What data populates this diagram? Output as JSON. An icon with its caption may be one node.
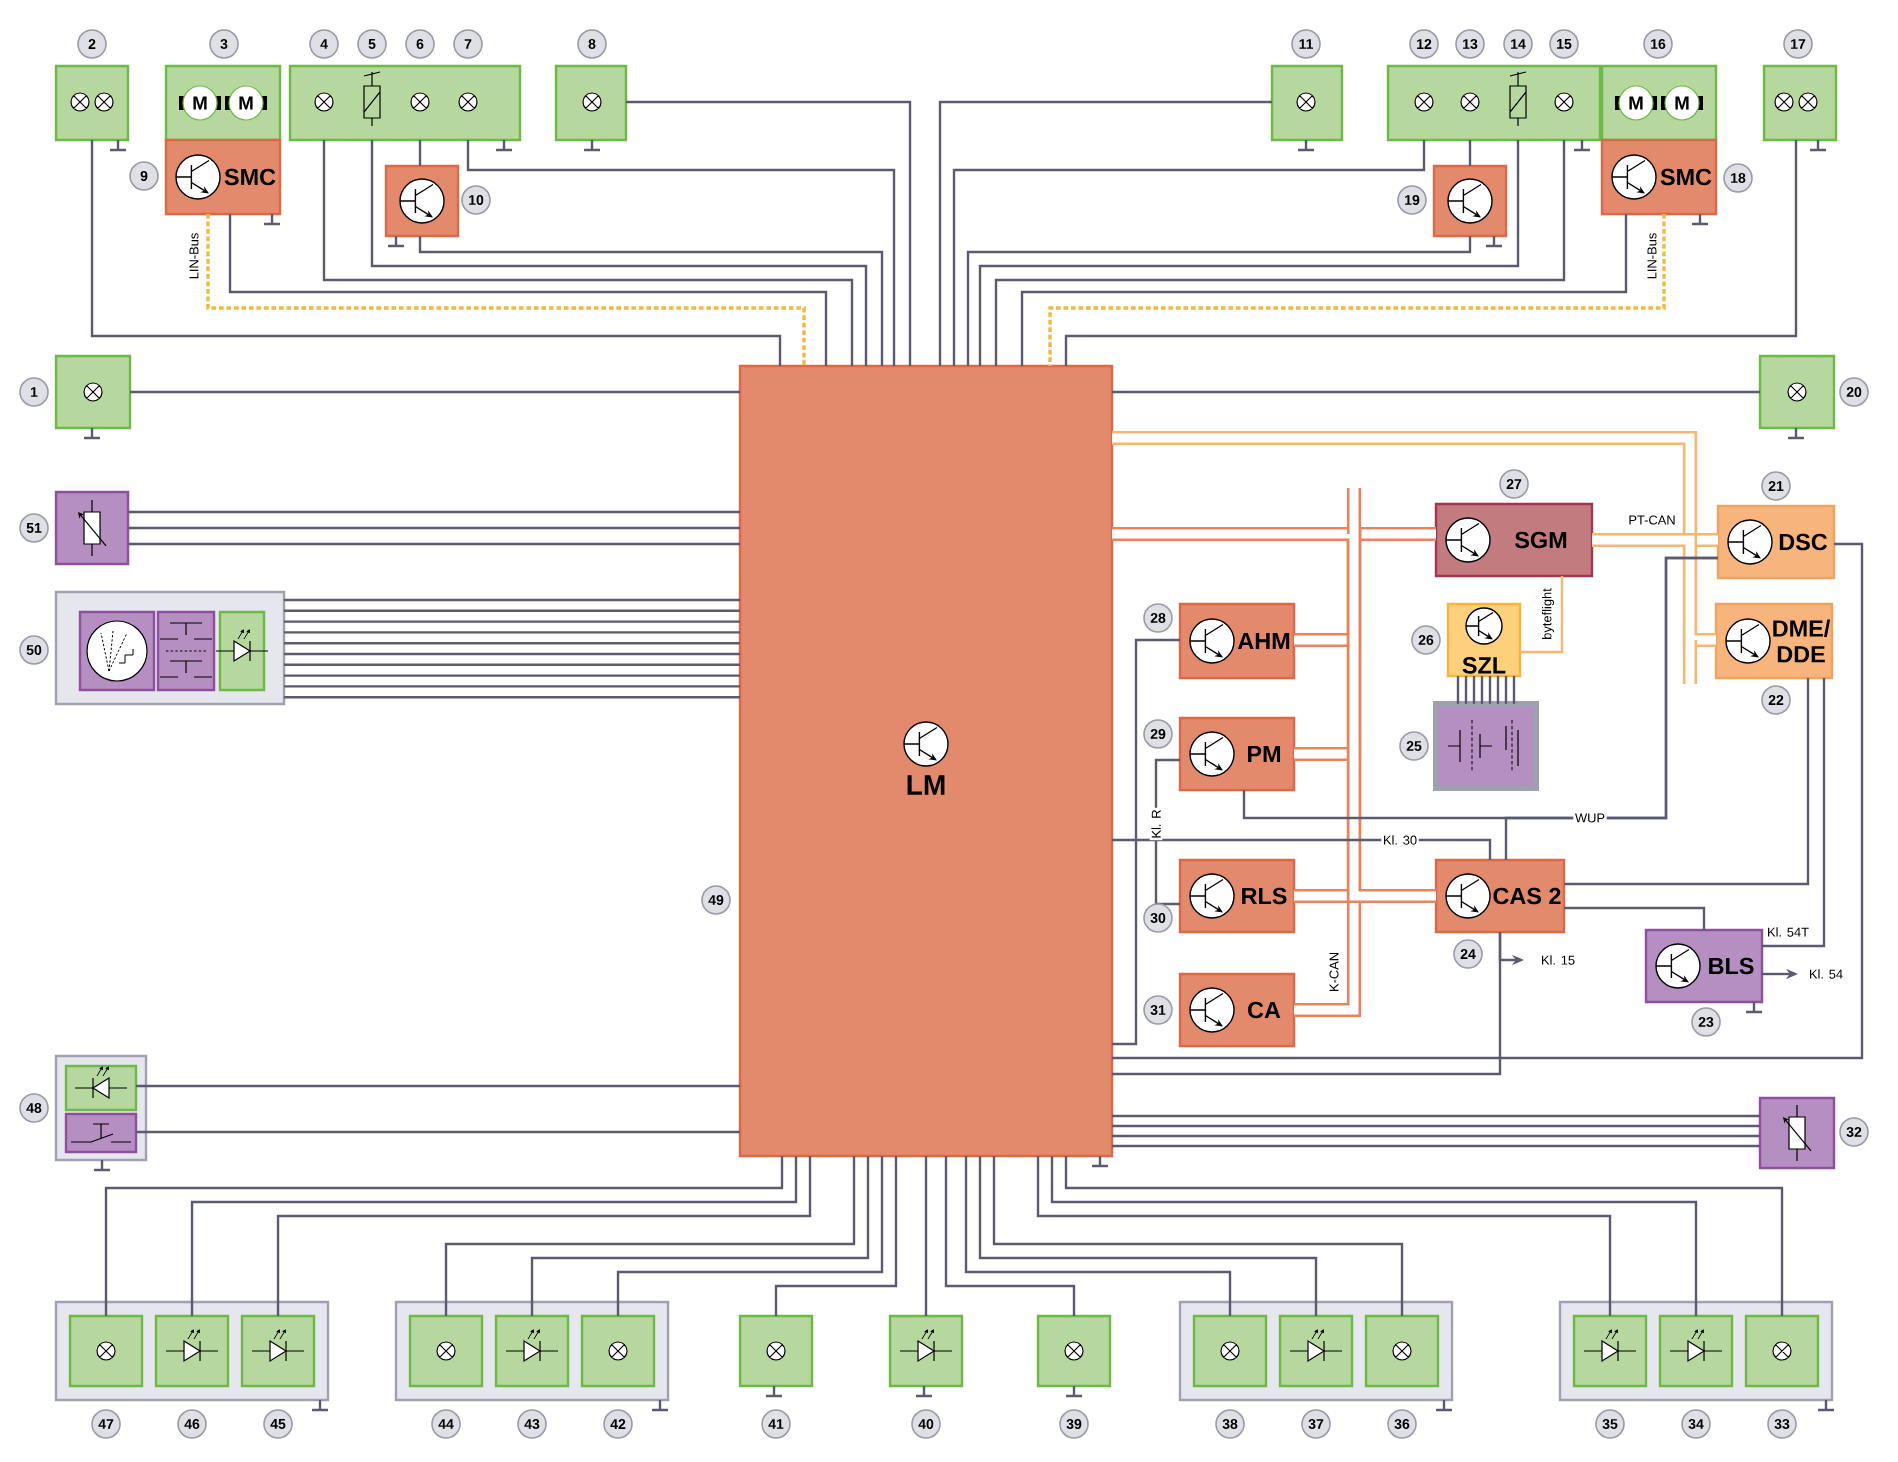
{
  "diagram": {
    "nodes": [
      {
        "text": [
          "LM"
        ],
        "beside": [
          "49"
        ]
      },
      {
        "text": [],
        "shape": "box",
        "beside": [
          "2"
        ]
      },
      {
        "text": [
          "M",
          "M"
        ],
        "beside": [
          "3"
        ]
      },
      {
        "text": [],
        "shape": "box",
        "beside": [
          "4",
          "5",
          "6",
          "7"
        ]
      },
      {
        "text": [],
        "shape": "box",
        "beside": [
          "8"
        ]
      },
      {
        "text": [
          "SMC"
        ],
        "beside": [
          "9"
        ]
      },
      {
        "text": [],
        "shape": "box",
        "beside": [
          "10"
        ]
      },
      {
        "text": [],
        "shape": "box",
        "beside": [
          "11"
        ]
      },
      {
        "text": [],
        "shape": "box",
        "beside": [
          "12",
          "13",
          "14",
          "15"
        ]
      },
      {
        "text": [
          "M",
          "M"
        ],
        "beside": [
          "16"
        ]
      },
      {
        "text": [],
        "shape": "box",
        "beside": [
          "17"
        ]
      },
      {
        "text": [
          "SMC"
        ],
        "beside": [
          "18"
        ]
      },
      {
        "text": [],
        "shape": "box",
        "beside": [
          "19"
        ]
      },
      {
        "text": [],
        "shape": "box",
        "beside": [
          "1"
        ]
      },
      {
        "text": [],
        "shape": "box",
        "beside": [
          "20"
        ]
      },
      {
        "text": [],
        "shape": "box",
        "beside": [
          "51"
        ]
      },
      {
        "text": [],
        "shape": "box",
        "beside": [
          "50"
        ]
      },
      {
        "text": [],
        "shape": "box",
        "in": 16
      },
      {
        "text": [],
        "shape": "box",
        "in": 16
      },
      {
        "text": [],
        "shape": "box",
        "in": 16
      },
      {
        "text": [
          "SGM"
        ],
        "beside": [
          "27"
        ]
      },
      {
        "text": [
          "DSC"
        ],
        "beside": [
          "21"
        ]
      },
      {
        "text": [
          "DME/ DDE"
        ],
        "beside": [
          "22"
        ]
      },
      {
        "text": [
          "SZL"
        ],
        "beside": [
          "26"
        ]
      },
      {
        "text": [],
        "shape": "box",
        "beside": [
          "25"
        ]
      },
      {
        "text": [
          "AHM"
        ],
        "beside": [
          "28"
        ]
      },
      {
        "text": [
          "PM"
        ],
        "beside": [
          "29"
        ]
      },
      {
        "text": [
          "RLS"
        ],
        "beside": [
          "30"
        ]
      },
      {
        "text": [
          "CA"
        ],
        "beside": [
          "31"
        ]
      },
      {
        "text": [
          "CAS 2"
        ],
        "beside": [
          "24"
        ]
      },
      {
        "text": [
          "BLS"
        ],
        "beside": [
          "23"
        ]
      },
      {
        "text": [],
        "shape": "box",
        "beside": [
          "32"
        ]
      },
      {
        "text": [],
        "shape": "box",
        "beside": [
          "48"
        ]
      },
      {
        "text": [],
        "shape": "box",
        "in": 32
      },
      {
        "text": [],
        "shape": "box",
        "in": 32
      },
      {
        "text": [],
        "shape": "box"
      },
      {
        "text": [],
        "shape": "box",
        "in": 35,
        "beside": [
          "47"
        ]
      },
      {
        "text": [],
        "shape": "box",
        "in": 35,
        "beside": [
          "46"
        ]
      },
      {
        "text": [],
        "shape": "box",
        "in": 35,
        "beside": [
          "45"
        ]
      },
      {
        "text": [],
        "shape": "box"
      },
      {
        "text": [],
        "shape": "box",
        "in": 39,
        "beside": [
          "44"
        ]
      },
      {
        "text": [],
        "shape": "box",
        "in": 39,
        "beside": [
          "43"
        ]
      },
      {
        "text": [],
        "shape": "box",
        "in": 39,
        "beside": [
          "42"
        ]
      },
      {
        "text": [],
        "shape": "box",
        "beside": [
          "41"
        ]
      },
      {
        "text": [],
        "shape": "box",
        "beside": [
          "40"
        ]
      },
      {
        "text": [],
        "shape": "box",
        "beside": [
          "39"
        ]
      },
      {
        "text": [],
        "shape": "box"
      },
      {
        "text": [],
        "shape": "box",
        "in": 46,
        "beside": [
          "38"
        ]
      },
      {
        "text": [],
        "shape": "box",
        "in": 46,
        "beside": [
          "37"
        ]
      },
      {
        "text": [],
        "shape": "box",
        "in": 46,
        "beside": [
          "36"
        ]
      },
      {
        "text": [],
        "shape": "box"
      },
      {
        "text": [],
        "shape": "box",
        "in": 50,
        "beside": [
          "35"
        ]
      },
      {
        "text": [],
        "shape": "box",
        "in": 50,
        "beside": [
          "34"
        ]
      },
      {
        "text": [],
        "shape": "box",
        "in": 50,
        "beside": [
          "33"
        ]
      }
    ],
    "edges": [
      {
        "from": 1,
        "to": 0,
        "arrow": "none"
      },
      {
        "from": 5,
        "to": 0,
        "arrow": "none"
      },
      {
        "from": 5,
        "to": 0,
        "arrow": "none",
        "label": "LIN-Bus",
        "style": "dashed",
        "color": "#f5b642"
      },
      {
        "from": 3,
        "to": 0,
        "arrow": "none"
      },
      {
        "from": 3,
        "to": 0,
        "arrow": "none"
      },
      {
        "from": 3,
        "to": 6,
        "arrow": "none"
      },
      {
        "from": 6,
        "to": 0,
        "arrow": "none"
      },
      {
        "from": 3,
        "to": 0,
        "arrow": "none"
      },
      {
        "from": 4,
        "to": 0,
        "arrow": "none"
      },
      {
        "from": 7,
        "to": 0,
        "arrow": "none"
      },
      {
        "from": 8,
        "to": 0,
        "arrow": "none"
      },
      {
        "from": 8,
        "to": 12,
        "arrow": "none"
      },
      {
        "from": 12,
        "to": 0,
        "arrow": "none"
      },
      {
        "from": 8,
        "to": 0,
        "arrow": "none"
      },
      {
        "from": 8,
        "to": 0,
        "arrow": "none"
      },
      {
        "from": 11,
        "to": 0,
        "arrow": "none"
      },
      {
        "from": 11,
        "to": 0,
        "arrow": "none",
        "label": "LIN-Bus",
        "style": "dashed",
        "color": "#f5b642"
      },
      {
        "from": 10,
        "to": 0,
        "arrow": "none"
      },
      {
        "from": 13,
        "to": 0,
        "arrow": "none"
      },
      {
        "from": 14,
        "to": 0,
        "arrow": "none"
      },
      {
        "from": 15,
        "to": 0,
        "arrow": "none"
      },
      {
        "from": 16,
        "to": 0,
        "arrow": "none"
      },
      {
        "from": 33,
        "to": 0,
        "arrow": "none"
      },
      {
        "from": 34,
        "to": 0,
        "arrow": "none"
      },
      {
        "from": 31,
        "to": 0,
        "arrow": "none"
      },
      {
        "from": 36,
        "to": 0,
        "arrow": "none"
      },
      {
        "from": 37,
        "to": 0,
        "arrow": "none"
      },
      {
        "from": 38,
        "to": 0,
        "arrow": "none"
      },
      {
        "from": 40,
        "to": 0,
        "arrow": "none"
      },
      {
        "from": 41,
        "to": 0,
        "arrow": "none"
      },
      {
        "from": 42,
        "to": 0,
        "arrow": "none"
      },
      {
        "from": 43,
        "to": 0,
        "arrow": "none"
      },
      {
        "from": 44,
        "to": 0,
        "arrow": "none"
      },
      {
        "from": 45,
        "to": 0,
        "arrow": "none"
      },
      {
        "from": 47,
        "to": 0,
        "arrow": "none"
      },
      {
        "from": 48,
        "to": 0,
        "arrow": "none"
      },
      {
        "from": 49,
        "to": 0,
        "arrow": "none"
      },
      {
        "from": 51,
        "to": 0,
        "arrow": "none"
      },
      {
        "from": 52,
        "to": 0,
        "arrow": "none"
      },
      {
        "from": 53,
        "to": 0,
        "arrow": "none"
      },
      {
        "from": 0,
        "to": 20,
        "arrow": "none",
        "style": "thick",
        "color": "#e8845c"
      },
      {
        "from": 25,
        "to": 0,
        "arrow": "none",
        "style": "thick",
        "color": "#e8845c"
      },
      {
        "from": 26,
        "to": 0,
        "arrow": "none",
        "style": "thick",
        "color": "#e8845c"
      },
      {
        "from": 27,
        "to": 0,
        "arrow": "none",
        "style": "thick",
        "color": "#e8845c"
      },
      {
        "from": 28,
        "to": 0,
        "arrow": "none",
        "label": "K-CAN",
        "style": "thick",
        "color": "#e8845c"
      },
      {
        "from": 29,
        "to": 0,
        "arrow": "none",
        "style": "thick",
        "color": "#e8845c"
      },
      {
        "from": 0,
        "to": 21,
        "arrow": "none",
        "style": "thick",
        "color": "#f7b772"
      },
      {
        "from": 0,
        "to": 22,
        "arrow": "none",
        "style": "thick",
        "color": "#f7b772"
      },
      {
        "from": 20,
        "to": 21,
        "arrow": "none",
        "label": "PT-CAN",
        "style": "thick",
        "color": "#f7b772"
      },
      {
        "from": 20,
        "to": 22,
        "arrow": "none",
        "style": "thick",
        "color": "#f7b772"
      },
      {
        "from": 20,
        "to": 23,
        "arrow": "none",
        "label": "byteflight",
        "color": "#f7b772"
      },
      {
        "from": 23,
        "to": 24,
        "arrow": "none"
      },
      {
        "from": 26,
        "to": 21,
        "arrow": "none",
        "label": "WUP"
      },
      {
        "from": 29,
        "to": 21,
        "arrow": "none"
      },
      {
        "from": 0,
        "to": 29,
        "arrow": "none",
        "label": "Kl. 30"
      },
      {
        "from": 26,
        "to": 27,
        "arrow": "none",
        "label": "Kl. R"
      },
      {
        "from": 29,
        "to": 22,
        "arrow": "none"
      },
      {
        "from": 29,
        "to": 30,
        "arrow": "none"
      },
      {
        "from": 30,
        "to": 22,
        "arrow": "none",
        "label": "Kl. 54T"
      },
      {
        "from": 30,
        "to": null,
        "arrow": "to",
        "label": "Kl. 54"
      },
      {
        "from": 29,
        "to": null,
        "arrow": "to",
        "label": "Kl. 15"
      },
      {
        "from": 25,
        "to": 0,
        "arrow": "none"
      },
      {
        "from": 29,
        "to": 0,
        "arrow": "none"
      },
      {
        "from": 21,
        "to": 0,
        "arrow": "none"
      },
      {
        "from": 15,
        "to": 0,
        "arrow": "none"
      },
      {
        "from": 15,
        "to": 0,
        "arrow": "none"
      },
      {
        "from": 16,
        "to": 0,
        "arrow": "none"
      },
      {
        "from": 16,
        "to": 0,
        "arrow": "none"
      },
      {
        "from": 16,
        "to": 0,
        "arrow": "none"
      },
      {
        "from": 16,
        "to": 0,
        "arrow": "none"
      },
      {
        "from": 16,
        "to": 0,
        "arrow": "none"
      },
      {
        "from": 16,
        "to": 0,
        "arrow": "none"
      },
      {
        "from": 16,
        "to": 0,
        "arrow": "none"
      },
      {
        "from": 16,
        "to": 0,
        "arrow": "none"
      },
      {
        "from": 16,
        "to": 0,
        "arrow": "none"
      },
      {
        "from": 31,
        "to": 0,
        "arrow": "none"
      },
      {
        "from": 31,
        "to": 0,
        "arrow": "none"
      },
      {
        "from": 31,
        "to": 0,
        "arrow": "none"
      },
      {
        "from": 23,
        "to": 24,
        "arrow": "none"
      },
      {
        "from": 23,
        "to": 24,
        "arrow": "none"
      },
      {
        "from": 23,
        "to": 24,
        "arrow": "none"
      },
      {
        "from": 23,
        "to": 24,
        "arrow": "none"
      },
      {
        "from": 23,
        "to": 24,
        "arrow": "none"
      },
      {
        "from": 23,
        "to": 24,
        "arrow": "none"
      },
      {
        "from": 23,
        "to": 24,
        "arrow": "none"
      }
    ]
  }
}
